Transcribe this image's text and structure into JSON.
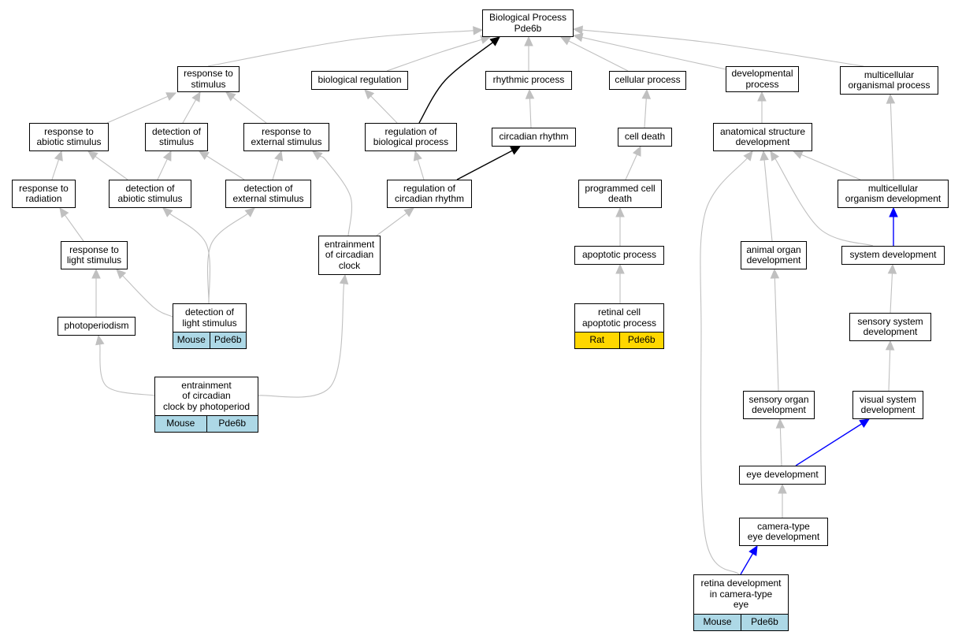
{
  "colors": {
    "gray_edge": "#c0c0c0",
    "black_edge": "#000000",
    "blue_edge": "#0000ff",
    "mouse_bg": "#add8e6",
    "rat_bg": "#ffd700"
  },
  "nodes": [
    {
      "id": "root",
      "label": "Biological Process\nPde6b"
    },
    {
      "id": "resp_stim",
      "label": "response to\nstimulus"
    },
    {
      "id": "bio_reg",
      "label": "biological regulation"
    },
    {
      "id": "rhythmic",
      "label": "rhythmic process"
    },
    {
      "id": "cell_proc",
      "label": "cellular process"
    },
    {
      "id": "dev_proc",
      "label": "developmental\nprocess"
    },
    {
      "id": "multi_proc",
      "label": "multicellular\norganismal process"
    },
    {
      "id": "resp_abiotic",
      "label": "response to\nabiotic stimulus"
    },
    {
      "id": "det_stim",
      "label": "detection of\nstimulus"
    },
    {
      "id": "resp_ext",
      "label": "response to\nexternal stimulus"
    },
    {
      "id": "reg_bio",
      "label": "regulation of\nbiological process"
    },
    {
      "id": "circ_rhythm",
      "label": "circadian rhythm"
    },
    {
      "id": "cell_death",
      "label": "cell death"
    },
    {
      "id": "anat_dev",
      "label": "anatomical structure\ndevelopment"
    },
    {
      "id": "resp_rad",
      "label": "response to\nradiation"
    },
    {
      "id": "det_abiotic",
      "label": "detection of\nabiotic stimulus"
    },
    {
      "id": "det_ext",
      "label": "detection of\nexternal stimulus"
    },
    {
      "id": "reg_circ",
      "label": "regulation of\ncircadian rhythm"
    },
    {
      "id": "prog_death",
      "label": "programmed cell\ndeath"
    },
    {
      "id": "multi_dev",
      "label": "multicellular\norganism development"
    },
    {
      "id": "resp_light",
      "label": "response to\nlight stimulus"
    },
    {
      "id": "entrain",
      "label": "entrainment\nof circadian\nclock"
    },
    {
      "id": "apoptotic",
      "label": "apoptotic process"
    },
    {
      "id": "animal_organ",
      "label": "animal organ\ndevelopment"
    },
    {
      "id": "sys_dev",
      "label": "system development"
    },
    {
      "id": "det_light",
      "label": "detection of\nlight stimulus",
      "tags": [
        {
          "text": "Mouse",
          "bg": "#add8e6"
        },
        {
          "text": "Pde6b",
          "bg": "#add8e6"
        }
      ]
    },
    {
      "id": "photoperiodism",
      "label": "photoperiodism"
    },
    {
      "id": "retinal_apop",
      "label": "retinal cell\napoptotic process",
      "tags": [
        {
          "text": "Rat",
          "bg": "#ffd700"
        },
        {
          "text": "Pde6b",
          "bg": "#ffd700"
        }
      ]
    },
    {
      "id": "sens_sys",
      "label": "sensory system\ndevelopment"
    },
    {
      "id": "entrain_photo",
      "label": "entrainment\nof circadian\nclock by photoperiod",
      "tags": [
        {
          "text": "Mouse",
          "bg": "#add8e6"
        },
        {
          "text": "Pde6b",
          "bg": "#add8e6"
        }
      ]
    },
    {
      "id": "sens_organ",
      "label": "sensory organ\ndevelopment"
    },
    {
      "id": "visual_sys",
      "label": "visual system\ndevelopment"
    },
    {
      "id": "eye_dev",
      "label": "eye development"
    },
    {
      "id": "camera_eye",
      "label": "camera-type\neye development"
    },
    {
      "id": "retina_dev",
      "label": "retina development\nin camera-type\neye",
      "tags": [
        {
          "text": "Mouse",
          "bg": "#add8e6"
        },
        {
          "text": "Pde6b",
          "bg": "#add8e6"
        }
      ]
    }
  ],
  "edges": [
    {
      "from": "resp_stim",
      "to": "root",
      "color": "gray"
    },
    {
      "from": "bio_reg",
      "to": "root",
      "color": "gray"
    },
    {
      "from": "reg_bio",
      "to": "root",
      "color": "black"
    },
    {
      "from": "rhythmic",
      "to": "root",
      "color": "gray"
    },
    {
      "from": "cell_proc",
      "to": "root",
      "color": "gray"
    },
    {
      "from": "dev_proc",
      "to": "root",
      "color": "gray"
    },
    {
      "from": "multi_proc",
      "to": "root",
      "color": "gray"
    },
    {
      "from": "resp_abiotic",
      "to": "resp_stim",
      "color": "gray"
    },
    {
      "from": "det_stim",
      "to": "resp_stim",
      "color": "gray"
    },
    {
      "from": "resp_ext",
      "to": "resp_stim",
      "color": "gray"
    },
    {
      "from": "reg_bio",
      "to": "bio_reg",
      "color": "gray"
    },
    {
      "from": "circ_rhythm",
      "to": "rhythmic",
      "color": "gray"
    },
    {
      "from": "cell_death",
      "to": "cell_proc",
      "color": "gray"
    },
    {
      "from": "anat_dev",
      "to": "dev_proc",
      "color": "gray"
    },
    {
      "from": "multi_dev",
      "to": "multi_proc",
      "color": "gray"
    },
    {
      "from": "resp_rad",
      "to": "resp_abiotic",
      "color": "gray"
    },
    {
      "from": "det_abiotic",
      "to": "resp_abiotic",
      "color": "gray"
    },
    {
      "from": "det_abiotic",
      "to": "det_stim",
      "color": "gray"
    },
    {
      "from": "det_ext",
      "to": "det_stim",
      "color": "gray"
    },
    {
      "from": "det_ext",
      "to": "resp_ext",
      "color": "gray"
    },
    {
      "from": "entrain",
      "to": "resp_ext",
      "color": "gray"
    },
    {
      "from": "reg_circ",
      "to": "reg_bio",
      "color": "gray"
    },
    {
      "from": "reg_circ",
      "to": "circ_rhythm",
      "color": "black"
    },
    {
      "from": "prog_death",
      "to": "cell_death",
      "color": "gray"
    },
    {
      "from": "multi_dev",
      "to": "anat_dev",
      "color": "gray"
    },
    {
      "from": "animal_organ",
      "to": "anat_dev",
      "color": "gray"
    },
    {
      "from": "sys_dev",
      "to": "anat_dev",
      "color": "gray"
    },
    {
      "from": "retina_dev",
      "to": "anat_dev",
      "color": "gray"
    },
    {
      "from": "sys_dev",
      "to": "multi_dev",
      "color": "blue"
    },
    {
      "from": "resp_light",
      "to": "resp_rad",
      "color": "gray"
    },
    {
      "from": "entrain",
      "to": "reg_circ",
      "color": "gray"
    },
    {
      "from": "apoptotic",
      "to": "prog_death",
      "color": "gray"
    },
    {
      "from": "det_light",
      "to": "resp_light",
      "color": "gray"
    },
    {
      "from": "det_light",
      "to": "det_abiotic",
      "color": "gray"
    },
    {
      "from": "det_light",
      "to": "det_ext",
      "color": "gray"
    },
    {
      "from": "photoperiodism",
      "to": "resp_light",
      "color": "gray"
    },
    {
      "from": "retinal_apop",
      "to": "apoptotic",
      "color": "gray"
    },
    {
      "from": "sens_sys",
      "to": "sys_dev",
      "color": "gray"
    },
    {
      "from": "entrain_photo",
      "to": "photoperiodism",
      "color": "gray"
    },
    {
      "from": "entrain_photo",
      "to": "entrain",
      "color": "gray"
    },
    {
      "from": "sens_organ",
      "to": "animal_organ",
      "color": "gray"
    },
    {
      "from": "visual_sys",
      "to": "sens_sys",
      "color": "gray"
    },
    {
      "from": "eye_dev",
      "to": "sens_organ",
      "color": "gray"
    },
    {
      "from": "eye_dev",
      "to": "visual_sys",
      "color": "blue"
    },
    {
      "from": "camera_eye",
      "to": "eye_dev",
      "color": "gray"
    },
    {
      "from": "retina_dev",
      "to": "camera_eye",
      "color": "blue"
    }
  ]
}
